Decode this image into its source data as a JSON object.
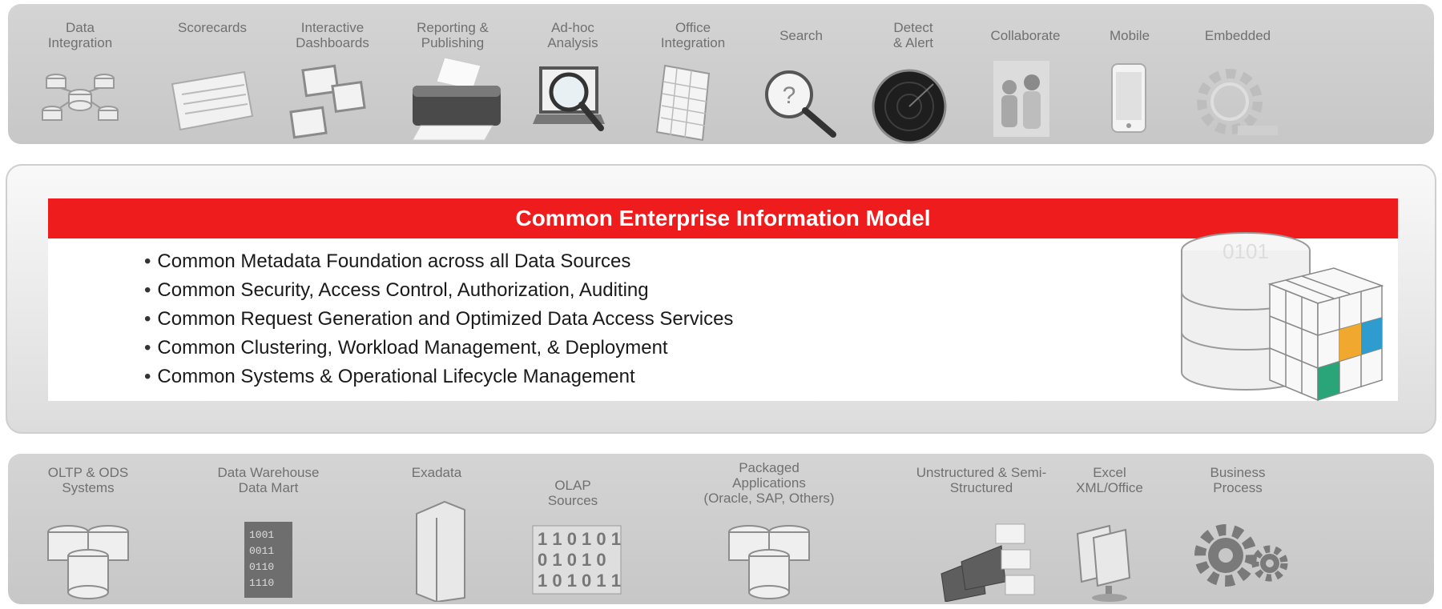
{
  "top_band": {
    "items": [
      {
        "label": "Data\nIntegration",
        "icon": "network-cubes-icon"
      },
      {
        "label": "Scorecards",
        "icon": "scorecard-icon"
      },
      {
        "label": "Interactive\nDashboards",
        "icon": "dashboard-icon"
      },
      {
        "label": "Reporting &\nPublishing",
        "icon": "printer-icon"
      },
      {
        "label": "Ad-hoc\nAnalysis",
        "icon": "magnifier-laptop-icon"
      },
      {
        "label": "Office\nIntegration",
        "icon": "spreadsheet-icon"
      },
      {
        "label": "Search",
        "icon": "search-icon"
      },
      {
        "label": "Detect\n& Alert",
        "icon": "radar-icon"
      },
      {
        "label": "Collaborate",
        "icon": "people-icon"
      },
      {
        "label": "Mobile",
        "icon": "mobile-phone-icon"
      },
      {
        "label": "Embedded",
        "icon": "gear-outline-icon"
      }
    ]
  },
  "model": {
    "title": "Common Enterprise Information Model",
    "bullets": [
      "Common Metadata Foundation across all Data Sources",
      "Common Security, Access Control, Authorization, Auditing",
      "Common Request Generation and Optimized Data Access Services",
      "Common Clustering, Workload Management, & Deployment",
      "Common Systems & Operational Lifecycle Management"
    ],
    "colors": {
      "header": "#ee1c1c",
      "panel": "#ffffff"
    }
  },
  "bottom_band": {
    "items": [
      {
        "label": "OLTP & ODS\nSystems",
        "icon": "database-stack-icon"
      },
      {
        "label": "Data Warehouse\nData Mart",
        "icon": "binary-building-icon"
      },
      {
        "label": "Exadata",
        "icon": "server-rack-icon"
      },
      {
        "label": "OLAP\nSources",
        "icon": "binary-cube-icon"
      },
      {
        "label": "Packaged\nApplications\n(Oracle, SAP, Others)",
        "icon": "database-stack-icon"
      },
      {
        "label": "Unstructured & Semi-\nStructured",
        "icon": "documents-icon"
      },
      {
        "label": "Excel\nXML/Office",
        "icon": "files-icon"
      },
      {
        "label": "Business\nProcess",
        "icon": "gears-icon"
      }
    ]
  }
}
